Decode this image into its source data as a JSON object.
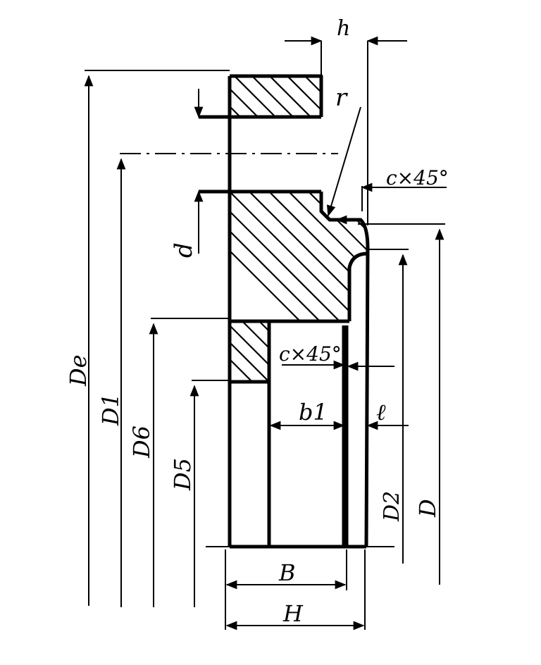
{
  "drawing": {
    "labels": {
      "h": "h",
      "r": "r",
      "chamfer_top": "c×45°",
      "chamfer_mid": "c×45°",
      "d": "d",
      "De": "De",
      "D1": "D1",
      "D6": "D6",
      "D5": "D5",
      "D2": "D2",
      "D": "D",
      "b1": "b1",
      "l": "ℓ",
      "B": "B",
      "H": "H"
    }
  }
}
